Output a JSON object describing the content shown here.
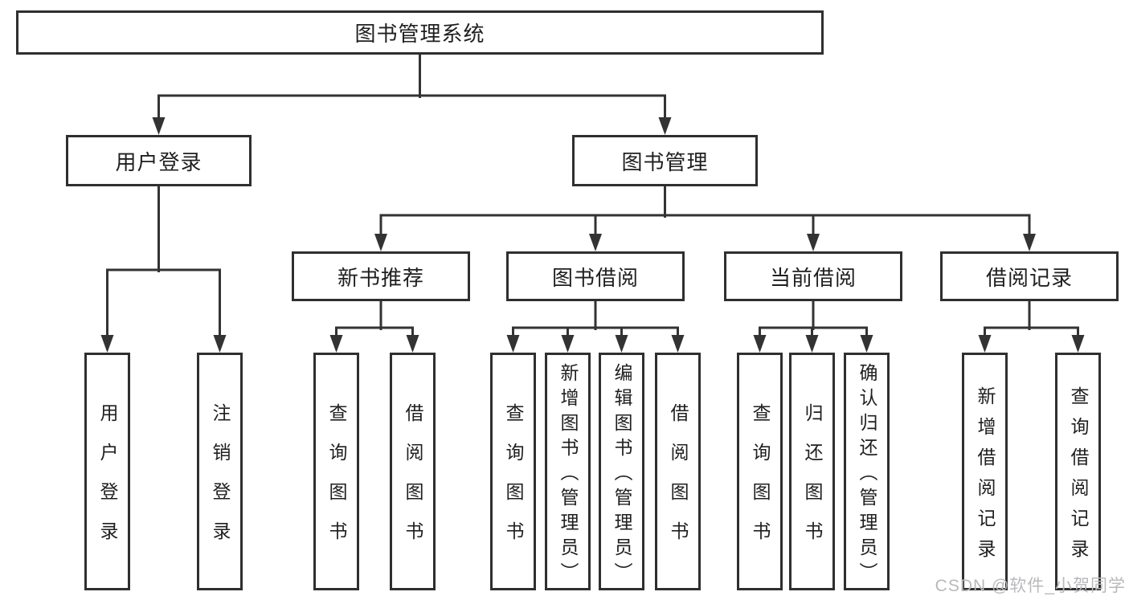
{
  "diagram": {
    "root": {
      "label": "图书管理系统"
    },
    "level2": [
      {
        "label": "用户登录"
      },
      {
        "label": "图书管理"
      }
    ],
    "level3": [
      {
        "label": "新书推荐"
      },
      {
        "label": "图书借阅"
      },
      {
        "label": "当前借阅"
      },
      {
        "label": "借阅记录"
      }
    ],
    "leaves": [
      {
        "label": "用户登录",
        "parent": "用户登录"
      },
      {
        "label": "注销登录",
        "parent": "用户登录"
      },
      {
        "label": "查询图书",
        "parent": "新书推荐"
      },
      {
        "label": "借阅图书",
        "parent": "新书推荐"
      },
      {
        "label": "查询图书",
        "parent": "图书借阅"
      },
      {
        "label": "新增图书（管理员）",
        "parent": "图书借阅"
      },
      {
        "label": "编辑图书（管理员）",
        "parent": "图书借阅"
      },
      {
        "label": "借阅图书",
        "parent": "图书借阅"
      },
      {
        "label": "查询图书",
        "parent": "当前借阅"
      },
      {
        "label": "归还图书",
        "parent": "当前借阅"
      },
      {
        "label": "确认归还（管理员）",
        "parent": "当前借阅"
      },
      {
        "label": "新增借阅记录",
        "parent": "借阅记录"
      },
      {
        "label": "查询借阅记录",
        "parent": "借阅记录"
      }
    ]
  },
  "watermark": {
    "text": "CSDN @软件_小贺同学"
  },
  "colors": {
    "line": "#333333",
    "border": "#2f2f2f",
    "text": "#1f1f1f",
    "watermark": "#b9b9bc",
    "background": "#ffffff"
  }
}
